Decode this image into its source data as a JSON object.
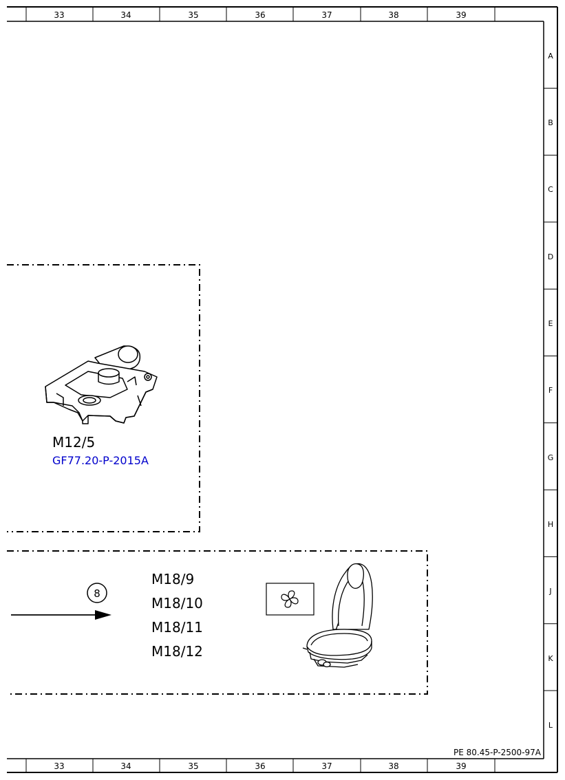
{
  "sheet": {
    "column_labels": [
      "33",
      "34",
      "35",
      "36",
      "37",
      "38",
      "39"
    ],
    "row_labels": [
      "A",
      "B",
      "C",
      "D",
      "E",
      "F",
      "G",
      "H",
      "J",
      "K",
      "L"
    ],
    "document_number": "PE 80.45-P-2500-97A"
  },
  "box_m12": {
    "component": "M12/5",
    "link": "GF77.20-P-2015A",
    "link_color": "#0000cc"
  },
  "box_m18": {
    "connector_number": "8",
    "components": [
      "M18/9",
      "M18/10",
      "M18/11",
      "M18/12"
    ]
  },
  "icons": {
    "m12": "actuator-motor-icon",
    "fan": "fan-icon",
    "seat": "ventilated-seat-icon",
    "arrow": "arrow-right-icon"
  }
}
